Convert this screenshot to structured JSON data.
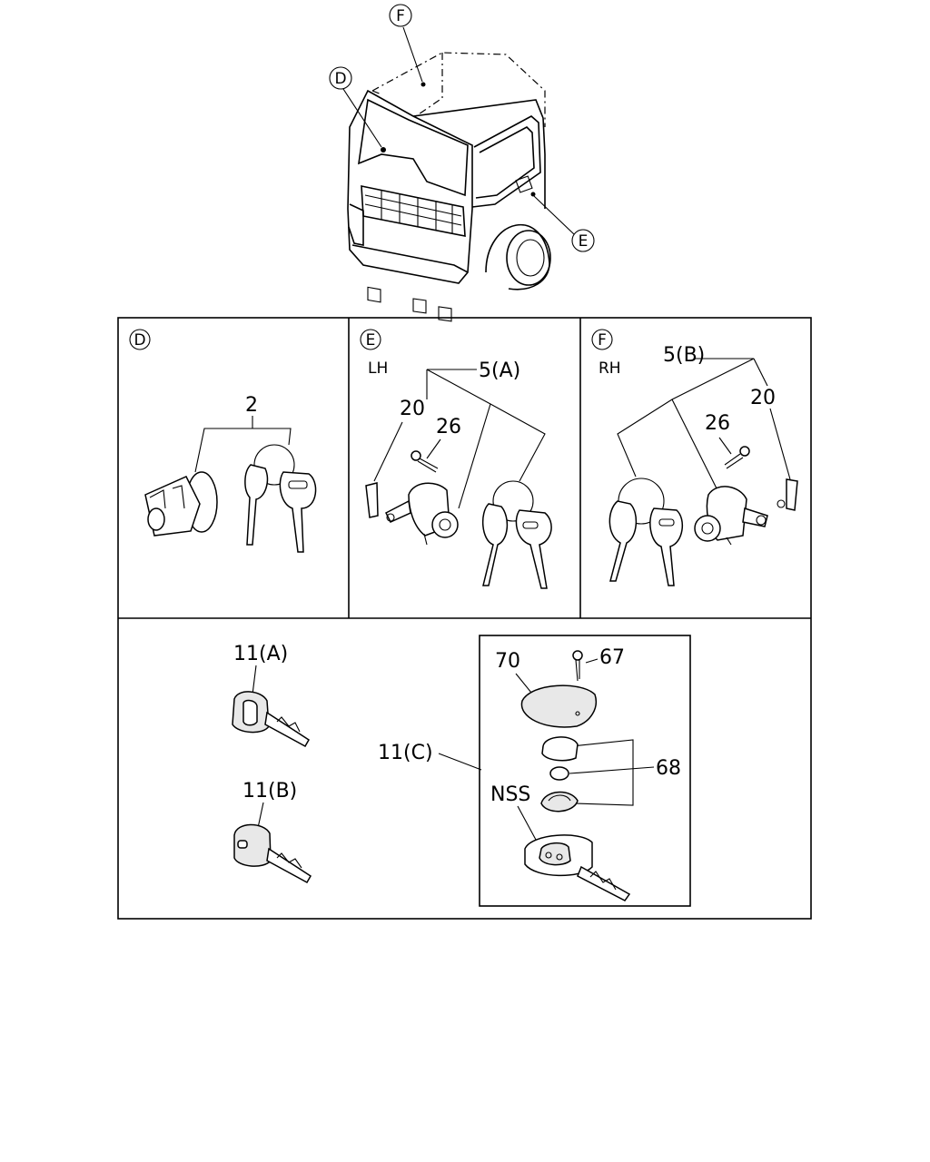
{
  "callouts": {
    "cab_f": "F",
    "cab_d": "D",
    "cab_e": "E"
  },
  "panels": {
    "d": {
      "letter": "D",
      "side": "",
      "part_2": "2"
    },
    "e": {
      "letter": "E",
      "side": "LH",
      "part_5": "5(A)",
      "part_20": "20",
      "part_26": "26"
    },
    "f": {
      "letter": "F",
      "side": "RH",
      "part_5": "5(B)",
      "part_20": "20",
      "part_26": "26"
    }
  },
  "bottom": {
    "key_a": "11(A)",
    "key_b": "11(B)",
    "key_c": "11(C)",
    "part_70": "70",
    "part_67": "67",
    "part_68": "68",
    "nss": "NSS"
  }
}
